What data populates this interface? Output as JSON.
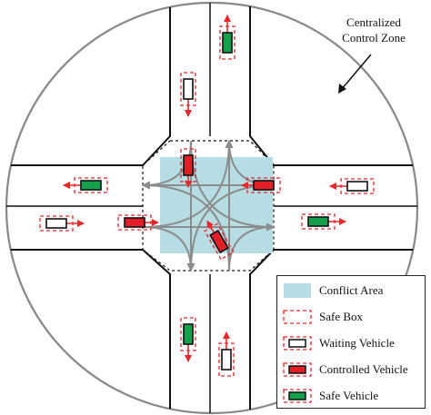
{
  "zone_label": {
    "line1": "Centralized",
    "line2": "Control Zone"
  },
  "legend": [
    {
      "key": "conflict",
      "label": "Conflict Area"
    },
    {
      "key": "safebox",
      "label": "Safe Box"
    },
    {
      "key": "waiting",
      "label": "Waiting Vehicle"
    },
    {
      "key": "controlled",
      "label": "Controlled Vehicle"
    },
    {
      "key": "safe",
      "label": "Safe Vehicle"
    }
  ],
  "colors": {
    "conflict_area": "#b7dde4",
    "safe_box": "#e8262a",
    "waiting_vehicle": "#ffffff",
    "controlled_vehicle": "#e21f26",
    "safe_vehicle": "#15a049",
    "trajectory": "#8c8c8c",
    "road": "#111111",
    "zone": "#888888"
  }
}
